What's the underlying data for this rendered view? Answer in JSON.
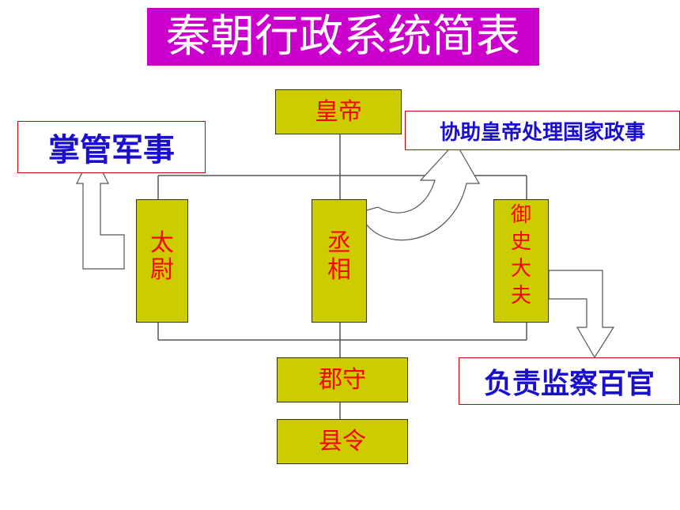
{
  "title": "秦朝行政系统简表",
  "nodes": {
    "emperor": "皇帝",
    "taiwei": "太尉",
    "chancellor": "丞相",
    "censor": "御史大夫",
    "commandery": "郡守",
    "county": "县令"
  },
  "notes": {
    "military": "掌管军事",
    "assist": "协助皇帝处理国家政事",
    "supervise": "负责监察百官"
  },
  "colors": {
    "title_bg": "#cc00cc",
    "box_fill": "#cccc00",
    "box_text": "#ff0000",
    "note_text": "#1a0fcf",
    "note_border": "#cc0000"
  }
}
